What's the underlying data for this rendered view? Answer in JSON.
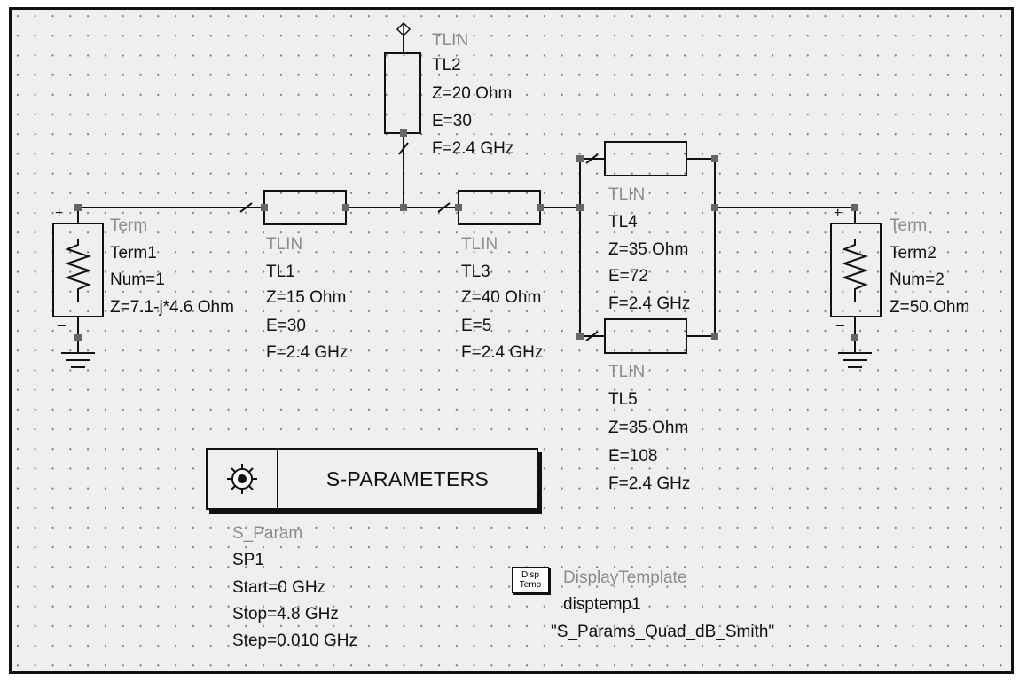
{
  "components": {
    "tl2": {
      "type": "TLIN",
      "name": "TL2",
      "z": "Z=20 Ohm",
      "e": "E=30",
      "f": "F=2.4 GHz"
    },
    "term1": {
      "type": "Term",
      "name": "Term1",
      "num": "Num=1",
      "z": "Z=7.1-j*4.6 Ohm"
    },
    "tl1": {
      "type": "TLIN",
      "name": "TL1",
      "z": "Z=15 Ohm",
      "e": "E=30",
      "f": "F=2.4 GHz"
    },
    "tl3": {
      "type": "TLIN",
      "name": "TL3",
      "z": "Z=40 Ohm",
      "e": "E=5",
      "f": "F=2.4 GHz"
    },
    "tl4": {
      "type": "TLIN",
      "name": "TL4",
      "z": "Z=35 Ohm",
      "e": "E=72",
      "f": "F=2.4 GHz"
    },
    "tl5": {
      "type": "TLIN",
      "name": "TL5",
      "z": "Z=35 Ohm",
      "e": "E=108",
      "f": "F=2.4 GHz"
    },
    "term2": {
      "type": "Term",
      "name": "Term2",
      "num": "Num=2",
      "z": "Z=50 Ohm"
    }
  },
  "simulation": {
    "title": "S-PARAMETERS",
    "type": "S_Param",
    "name": "SP1",
    "start": "Start=0 GHz",
    "stop": "Stop=4.8 GHz",
    "step": "Step=0.010 GHz"
  },
  "display_template": {
    "icon_line1": "Disp",
    "icon_line2": "Temp",
    "type": "DisplayTemplate",
    "name": "disptemp1",
    "value": "\"S_Params_Quad_dB_Smith\""
  },
  "pin_polarity": {
    "plus": "+",
    "minus": "−"
  }
}
